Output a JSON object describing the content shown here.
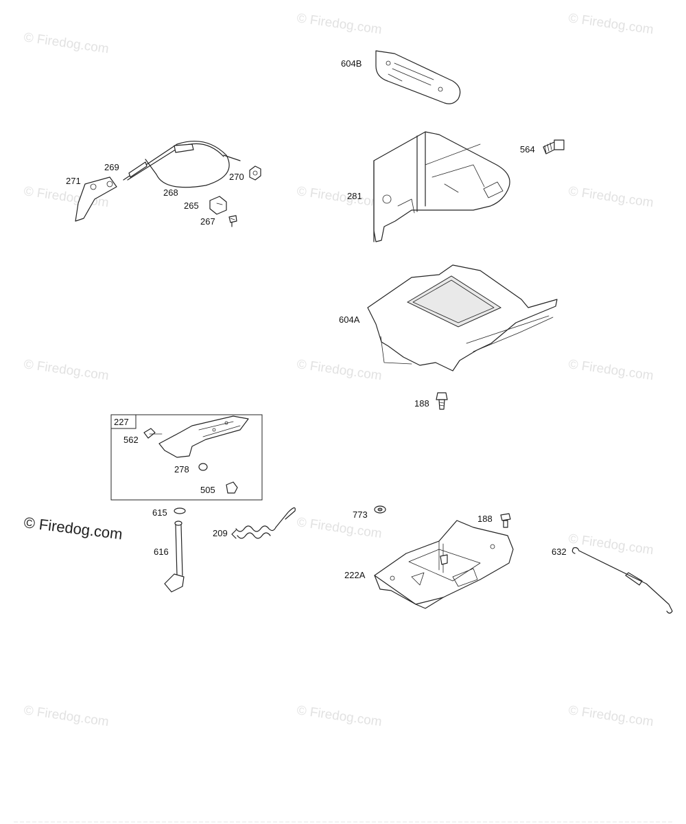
{
  "watermarks": [
    {
      "text": "Firedog.com"
    },
    {
      "text": "Firedog.com"
    },
    {
      "text": "Firedog.com"
    },
    {
      "text": "Firedog.com"
    },
    {
      "text": "Firedog.com"
    },
    {
      "text": "Firedog.com"
    },
    {
      "text": "Firedog.com"
    },
    {
      "text": "Firedog.com"
    },
    {
      "text": "Firedog.com"
    },
    {
      "text": "Firedog.com"
    },
    {
      "text": "Firedog.com"
    },
    {
      "text": "Firedog.com"
    },
    {
      "text": "Firedog.com"
    }
  ],
  "parts": {
    "p604B": "604B",
    "p564": "564",
    "p281": "281",
    "p604A": "604A",
    "p188a": "188",
    "p271": "271",
    "p269": "269",
    "p268": "268",
    "p270": "270",
    "p265": "265",
    "p267": "267",
    "p227": "227",
    "p562": "562",
    "p278": "278",
    "p505": "505",
    "p615": "615",
    "p616": "616",
    "p209": "209",
    "p773": "773",
    "p188b": "188",
    "p222A": "222A",
    "p632": "632"
  }
}
